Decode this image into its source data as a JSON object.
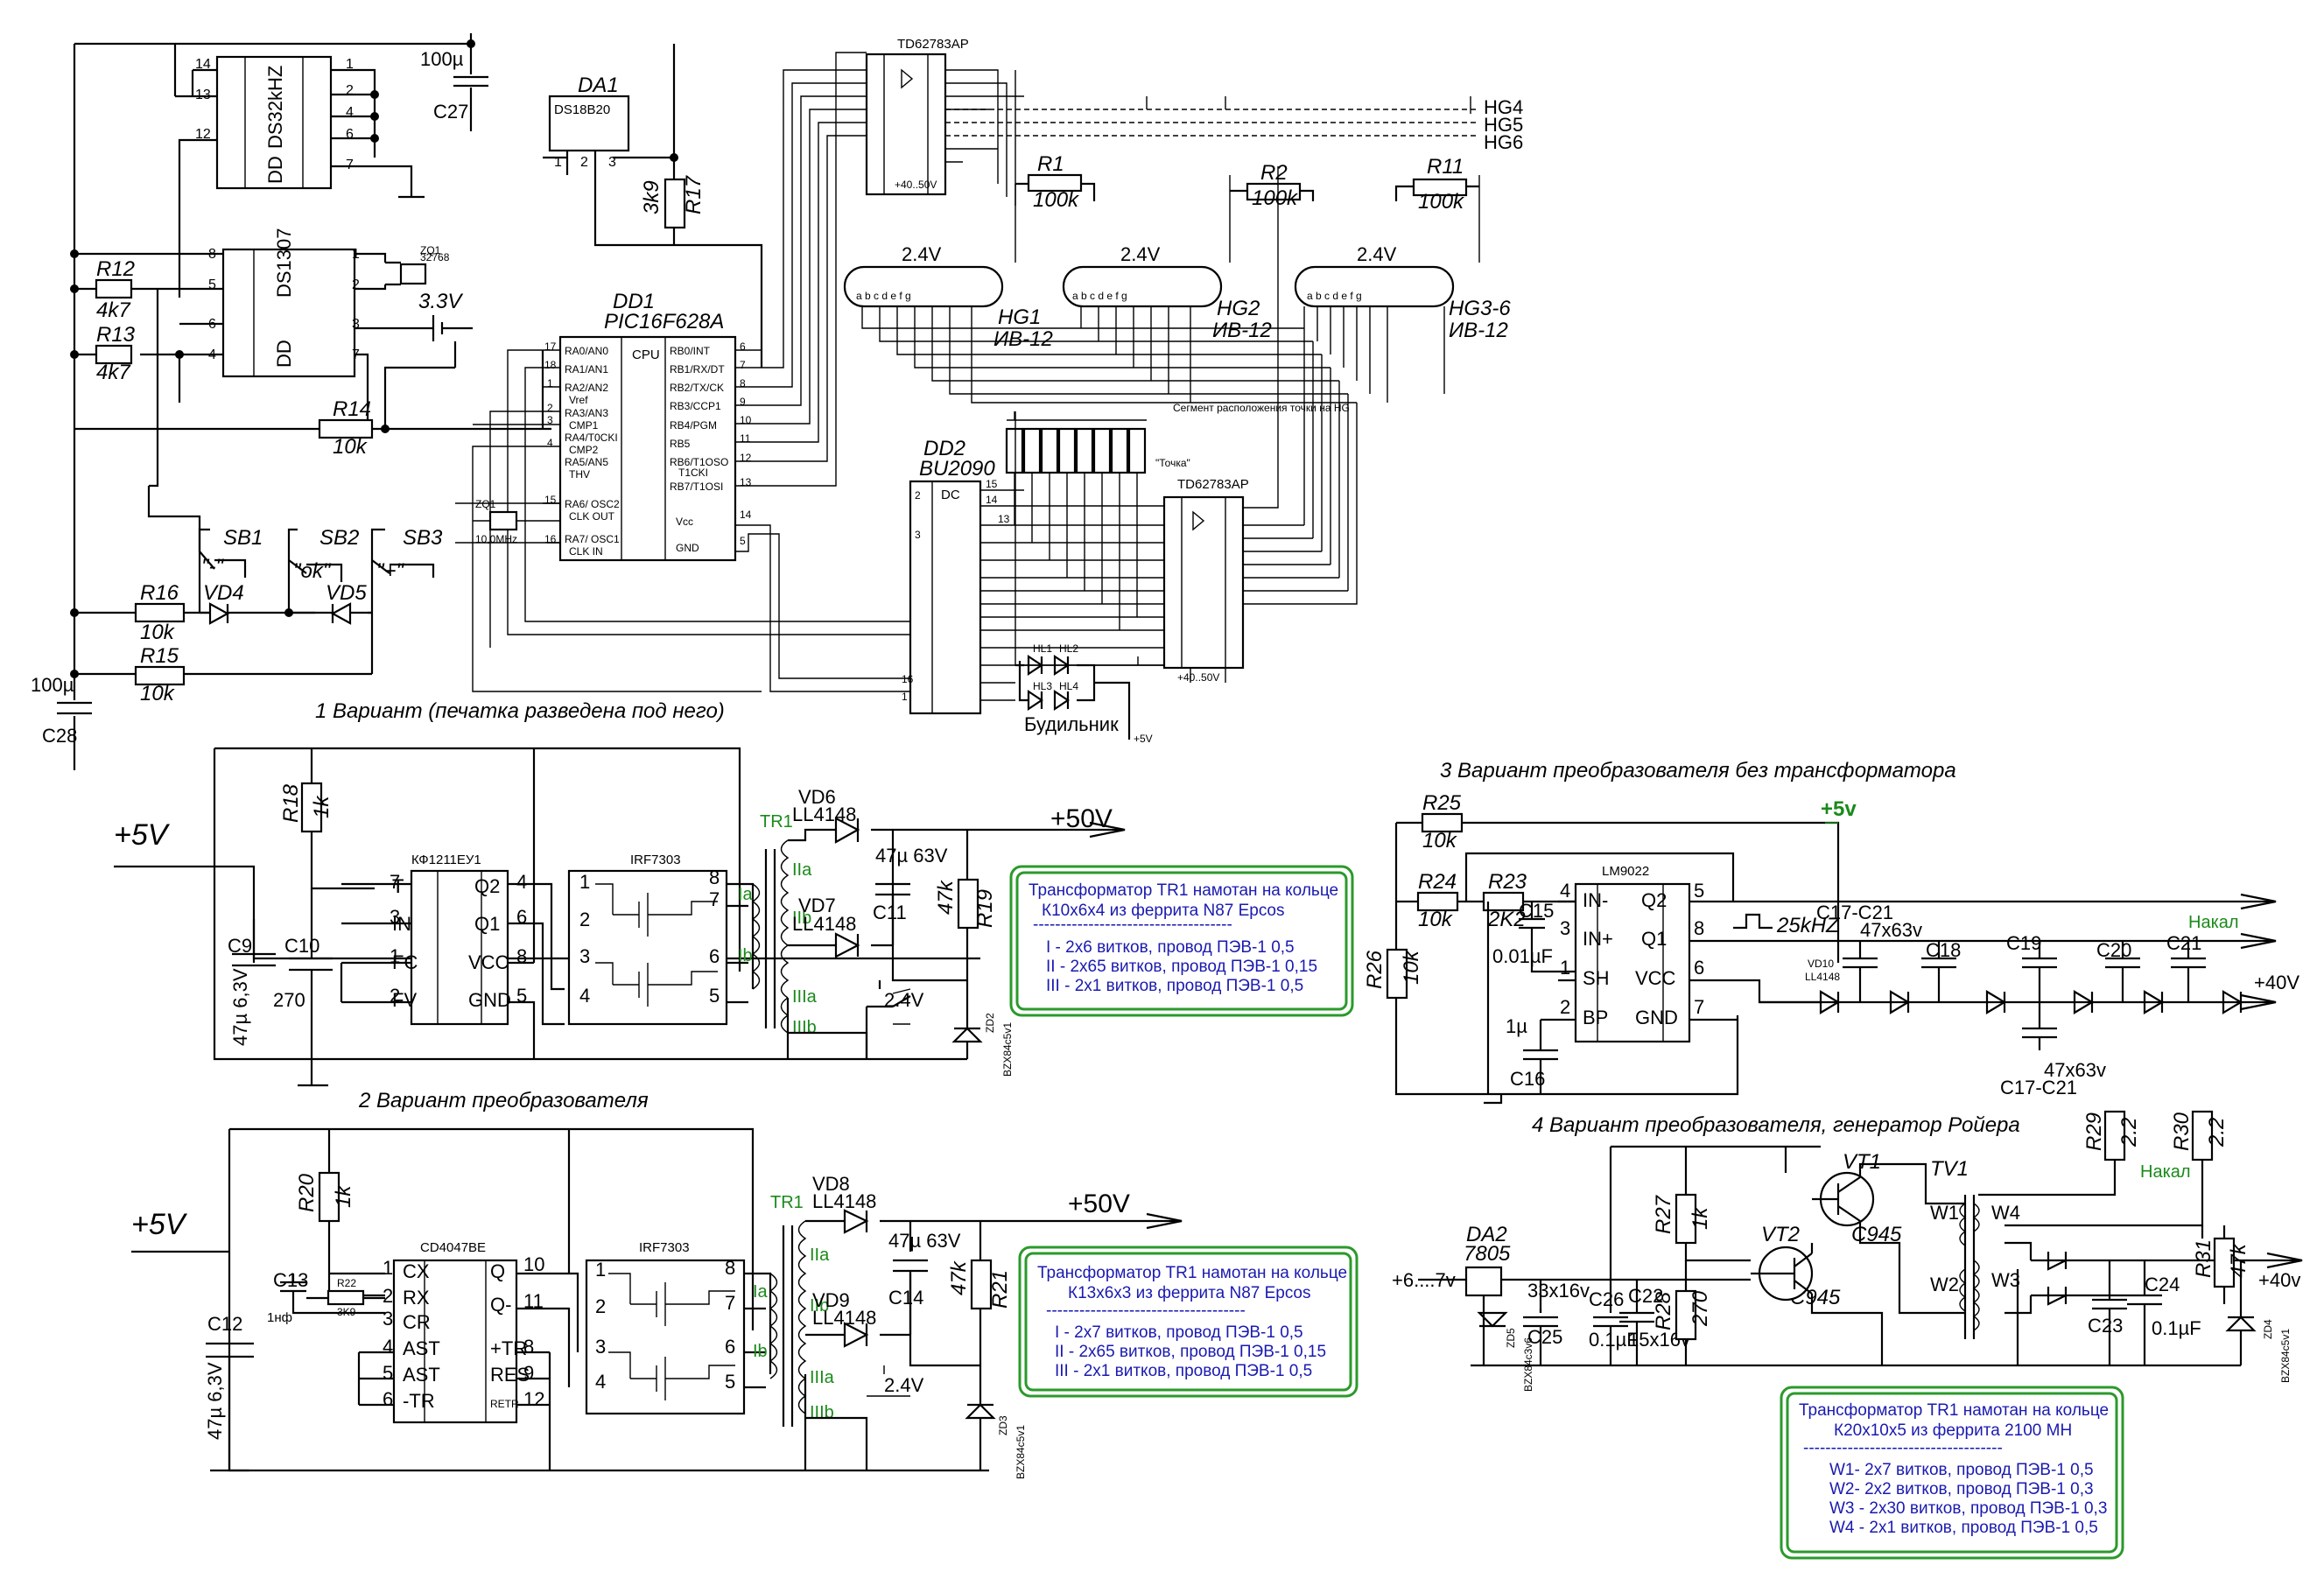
{
  "labels": {
    "variant1": "1 Вариант (печатка разведена под него)",
    "variant2": "2 Вариант преобразователя",
    "variant3": "3 Вариант преобразователя без трансформатора",
    "variant4": "4 Вариант преобразователя, генератор Ройера",
    "alarm": "Будильник",
    "v5": "+5V",
    "v50": "+50V",
    "v5b": "+5V",
    "v50b": "+50V",
    "v5c": "+5v",
    "nakal": "Накал",
    "nakal2": "Накал",
    "v40": "+40V",
    "v40b": "+40v",
    "freq": "25kHZ",
    "plus5small": "+5V",
    "hg4": "HG4",
    "hg5": "HG5",
    "hg6": "HG6",
    "tochka": "\"Точка\""
  },
  "components": {
    "ds32": "DS32kHZ",
    "dd_a": "DD",
    "ds1307": "DS1307",
    "dd_b": "DD",
    "da1": "DA1",
    "ds18b20": "DS18B20",
    "dd1": "DD1",
    "pic": "PIC16F628A",
    "cpu": "CPU",
    "dd2": "DD2",
    "bu2090": "BU2090",
    "dc": "DC",
    "td1": "TD62783AP",
    "td2": "TD62783AP",
    "hg1": "HG1",
    "hg1t": "ИВ-12",
    "hg2": "HG2",
    "hg2t": "ИВ-12",
    "hg3": "HG3-6",
    "hg3t": "ИВ-12",
    "tubev": "2.4V",
    "k1211": "КФ1211ЕУ1",
    "irf1": "IRF7303",
    "cd4047": "CD4047BE",
    "irf2": "IRF7303",
    "lm9022": "LM9022",
    "da2": "DA2",
    "r7805": "7805",
    "tr1": "TR1",
    "tr1b": "TR1",
    "tv1": "TV1",
    "vt1": "VT1",
    "vt2": "VT2",
    "c945a": "C945",
    "c945b": "C945"
  },
  "parts": {
    "c27": "C27",
    "c27v": "100µ",
    "r17": "R17",
    "r17v": "3k9",
    "r12": "R12",
    "r12v": "4k7",
    "r13": "R13",
    "r13v": "4k7",
    "r14": "R14",
    "r14v": "10k",
    "r16": "R16",
    "r16v": "10k",
    "r15": "R15",
    "r15v": "10k",
    "c28": "C28",
    "c28v": "100µ",
    "vd4": "VD4",
    "vd5": "VD5",
    "sb1": "SB1",
    "sb2": "SB2",
    "sb3": "SB3",
    "sb1l": "\"-\"",
    "sb2l": "\"ok\"",
    "sb3l": "\"+\"",
    "v33": "3.3V",
    "r1": "R1",
    "r1v": "100k",
    "r2": "R2",
    "r2v": "100k",
    "r11": "R11",
    "r11v": "100k",
    "r18": "R18",
    "r18v": "1k",
    "c9": "C9",
    "c9v": "47µ 6,3V",
    "c10": "C10",
    "c10v": "270",
    "vd6": "VD6",
    "vd6t": "LL4148",
    "vd7": "VD7",
    "vd7t": "LL4148",
    "c11": "C11",
    "c11v": "47µ 63V",
    "r19": "R19",
    "r19v": "47k",
    "zd2": "ZD2",
    "zd2t": "BZX84c5v1",
    "r20": "R20",
    "r20v": "1k",
    "c13": "C13",
    "c13v": "1нф",
    "r22": "R22",
    "r22v": "3K9",
    "c12": "C12",
    "c12v": "47µ 6,3V",
    "vd8": "VD8",
    "vd8t": "LL4148",
    "vd9": "VD9",
    "vd9t": "LL4148",
    "c14": "C14",
    "c14v": "47µ 63V",
    "r21": "R21",
    "r21v": "47k",
    "zd3": "ZD3",
    "zd3t": "BZX84c5v1",
    "r25": "R25",
    "r25v": "10k",
    "r24": "R24",
    "r24v": "10k",
    "r23": "R23",
    "r23v": "2K2",
    "r26": "R26",
    "r26v": "10k",
    "c15": "C15",
    "c15v": "0.01µF",
    "c16": "C16",
    "c16v": "1µ",
    "c1721a": "C17-C21",
    "c1721av": "47x63v",
    "c1721b": "C17-C21",
    "c1721bv": "47x63v",
    "c18": "C18",
    "c19": "C19",
    "c20": "C20",
    "c21": "C21",
    "vd10": "VD10",
    "vd10t": "LL4148",
    "r29": "R29",
    "r29v": "2.2",
    "r30": "R30",
    "r30v": "2.2",
    "r27": "R27",
    "r27v": "1k",
    "r28": "R28",
    "r28v": "270",
    "c25": "C25",
    "c26": "C26",
    "c26v": "0.1µF",
    "c22": "C22",
    "c22v": "15x16v",
    "c25v": "33x16v",
    "zd5": "ZD5",
    "zd5t": "BZX84c3v6",
    "in67": "+6....7v",
    "c23": "C23",
    "c24": "C24",
    "c24v": "0.1µF",
    "r31": "R31",
    "r31v": "47k",
    "zd4": "ZD4",
    "zd4t": "BZX84c5v1",
    "w1": "W1",
    "w2": "W2",
    "w3": "W3",
    "w4": "W4",
    "ia": "Ia",
    "ib": "Ib",
    "iia": "IIa",
    "iib": "IIb",
    "iiia": "IIIa",
    "iiib": "IIIb",
    "v24a": "2.4V",
    "v24b": "2.4V",
    "zq1": "ZQ1",
    "zq1v": "10,0MHz",
    "zq1b": "ZQ1",
    "zq1bv": "32768"
  },
  "notes": {
    "n1": {
      "t1": "Трансформатор TR1 намотан на кольце",
      "t2": "К10х6х4 из феррита N87 Epcos",
      "sep": "------------------------------------",
      "l1": "I -   2x6 витков, провод ПЭВ-1 0,5",
      "l2": "II -  2x65 витков, провод ПЭВ-1 0,15",
      "l3": "III - 2x1 витков, провод ПЭВ-1 0,5"
    },
    "n2": {
      "t1": "Трансформатор TR1 намотан на кольце",
      "t2": "К13х6х3 из феррита N87 Epcos",
      "sep": "------------------------------------",
      "l1": "I -   2x7 витков, провод ПЭВ-1 0,5",
      "l2": "II -  2x65 витков, провод ПЭВ-1 0,15",
      "l3": "III - 2x1 витков, провод ПЭВ-1 0,5"
    },
    "n3": {
      "t1": "Трансформатор TR1 намотан на кольце",
      "t2": "К20х10х5 из феррита 2100 МН",
      "sep": "------------------------------------",
      "l1": "W1-   2x7 витков, провод ПЭВ-1 0,5",
      "l2": "W2-   2x2 витков, провод  ПЭВ-1 0,3",
      "l3": "W3 -  2x30 витков, провод ПЭВ-1 0,3",
      "l4": "W4 - 2x1 витков, провод ПЭВ-1 0,5"
    }
  },
  "pins": {
    "pic_left": [
      "RA0/AN0",
      "RA1/AN1",
      "RA2/AN2",
      "Vref",
      "RA3/AN3",
      "CMP1",
      "RA4/T0CKI",
      "CMP2",
      "RA5/AN5",
      "THV",
      "RA6/ OSC2",
      "CLK OUT",
      "RA7/ OSC1",
      "CLK IN"
    ],
    "pic_right": [
      "RB0/INT",
      "RB1/RX/DT",
      "RB2/TX/CK",
      "RB3/CCP1",
      "RB4/PGM",
      "RB5",
      "RB6/T1OSO",
      "T1CKI",
      "RB7/T1OSI",
      "Vcc",
      "GND"
    ],
    "k1211_left": [
      "T",
      "IN",
      "FC",
      "FV"
    ],
    "k1211_right": [
      "Q2",
      "Q1",
      "VCC",
      "GND"
    ],
    "cd_left": [
      "CX",
      "RX",
      "CR",
      "AST",
      "AST",
      "-TR"
    ],
    "cd_right": [
      "Q",
      "Q-",
      "+TR",
      "RES",
      "RETR"
    ],
    "lm_left": [
      "IN-",
      "IN+",
      "SH",
      "BP"
    ],
    "lm_right": [
      "Q2",
      "Q1",
      "VCC",
      "GND"
    ],
    "tube_pins": [
      "a",
      "b",
      "c",
      "d",
      "e",
      "f",
      "g"
    ]
  }
}
